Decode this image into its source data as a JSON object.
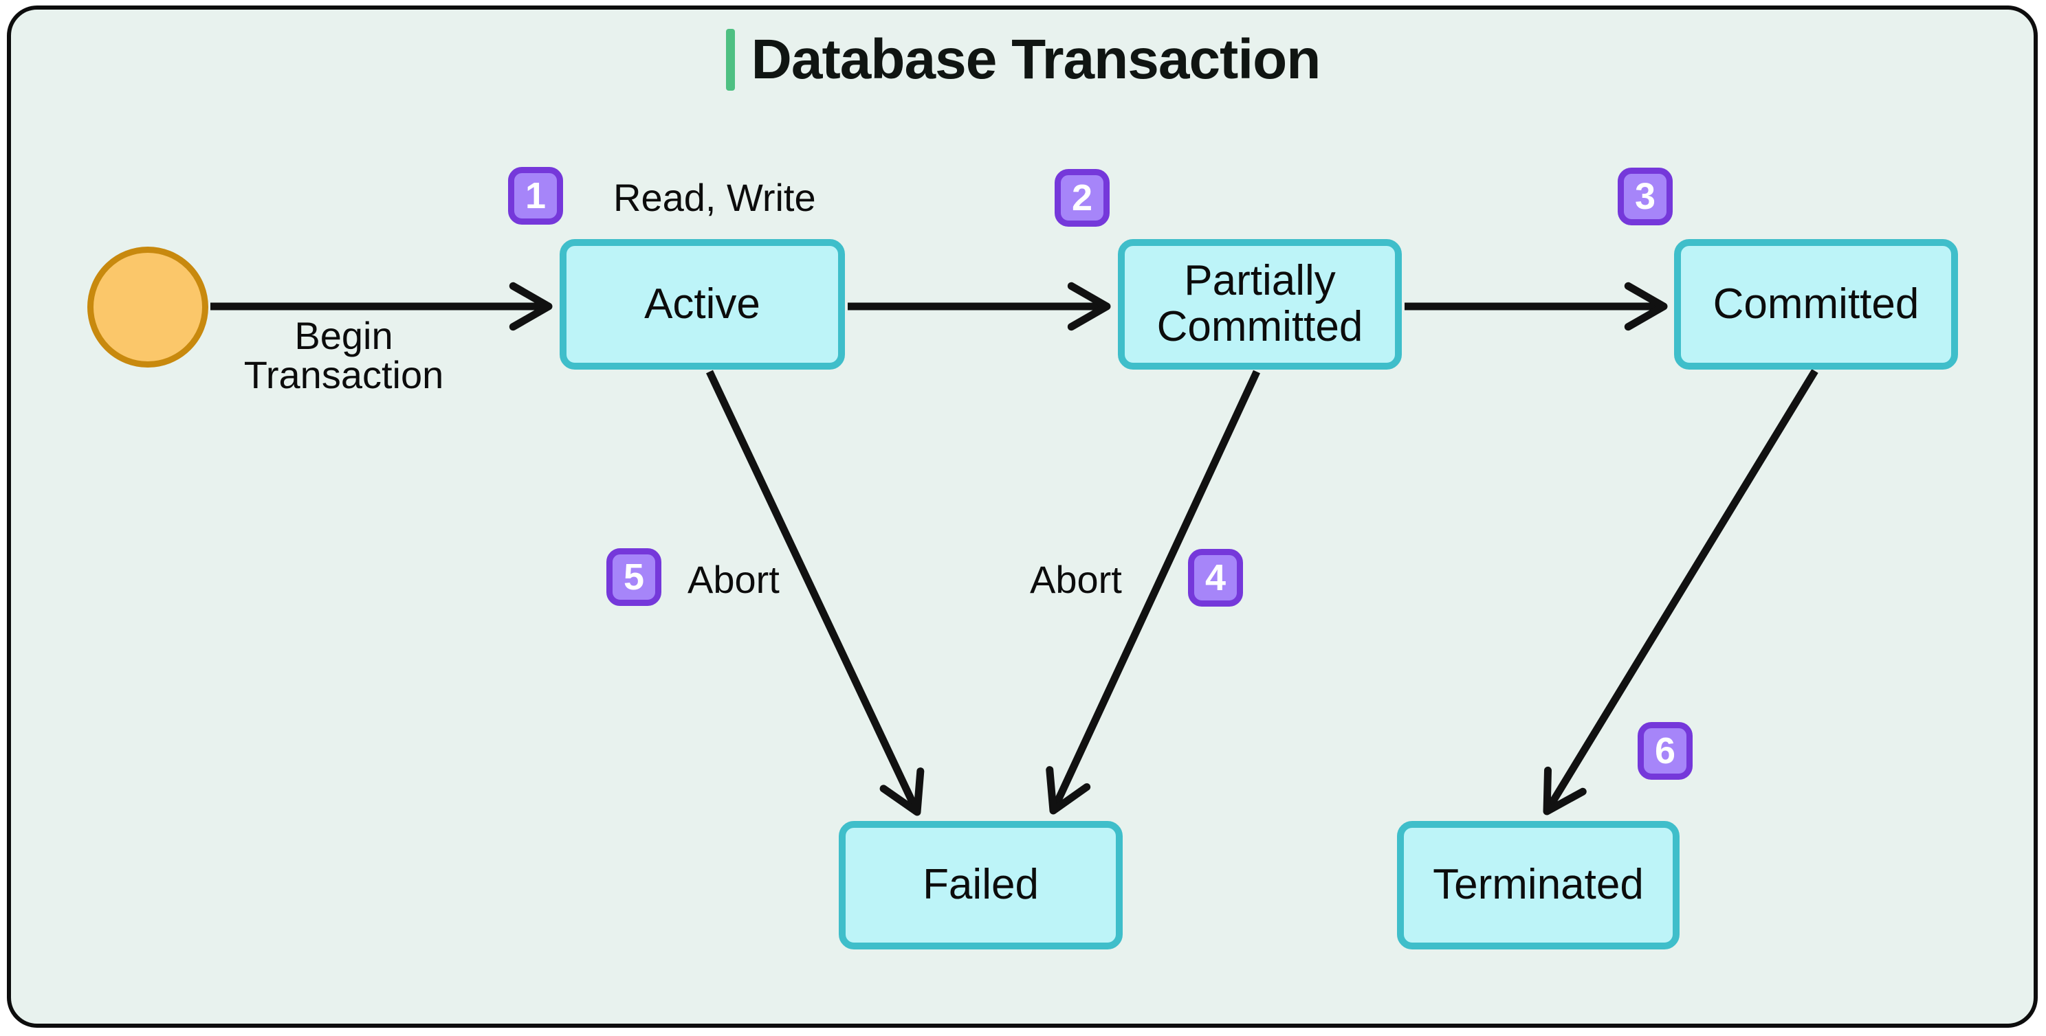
{
  "title": {
    "text": "Database Transaction"
  },
  "nodes": {
    "start": {
      "shape": "circle",
      "label": ""
    },
    "active": {
      "label": "Active"
    },
    "partially_committed": {
      "label": "Partially Committed"
    },
    "committed": {
      "label": "Committed"
    },
    "failed": {
      "label": "Failed"
    },
    "terminated": {
      "label": "Terminated"
    }
  },
  "edges": {
    "begin": {
      "from": "start",
      "to": "active",
      "label": "Begin Transaction"
    },
    "read_write": {
      "badge": "1",
      "from": "active",
      "to": "active",
      "label": "Read, Write"
    },
    "to_partially_committed": {
      "badge": "2",
      "from": "active",
      "to": "partially_committed"
    },
    "to_committed": {
      "badge": "3",
      "from": "partially_committed",
      "to": "committed"
    },
    "abort_from_partially_committed": {
      "badge": "4",
      "from": "partially_committed",
      "to": "failed",
      "label": "Abort"
    },
    "abort_from_active": {
      "badge": "5",
      "from": "active",
      "to": "failed",
      "label": "Abort"
    },
    "to_terminated": {
      "badge": "6",
      "from": "committed",
      "to": "terminated"
    }
  },
  "colors": {
    "bg": "#e8f2ee",
    "frame_border": "#0d0d0d",
    "state_fill": "#bdf4f8",
    "state_border": "#3fbeca",
    "badge_fill": "#a685f9",
    "badge_border": "#7538da",
    "start_fill": "#fbc76a",
    "start_border": "#c8890e",
    "accent_green": "#4ec082",
    "ink": "#111111"
  }
}
